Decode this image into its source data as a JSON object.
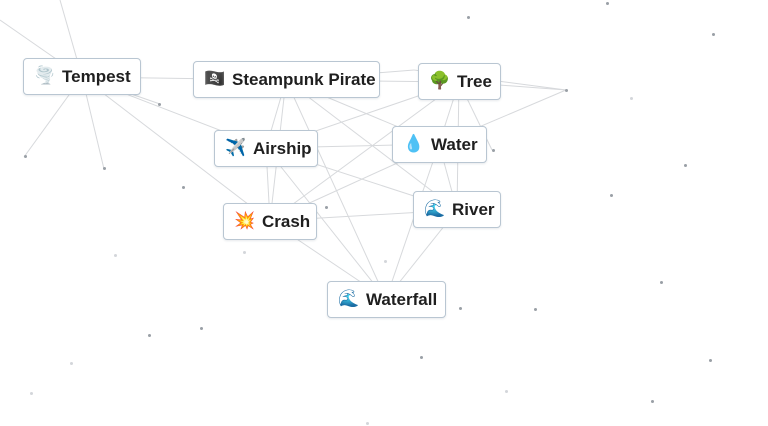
{
  "canvas": {
    "background": "#ffffff",
    "connection_color": "#d7d9dc"
  },
  "elements": {
    "tempest": {
      "label": "Tempest",
      "emoji": "🌪️",
      "icon": "tornado-icon"
    },
    "steampunk_pirate": {
      "label": "Steampunk Pirate",
      "emoji": "🏴‍☠️",
      "icon": "pirate-flag-icon"
    },
    "tree": {
      "label": "Tree",
      "emoji": "🌳",
      "icon": "tree-icon"
    },
    "airship": {
      "label": "Airship",
      "emoji": "✈️",
      "icon": "airship-icon"
    },
    "water": {
      "label": "Water",
      "emoji": "💧",
      "icon": "droplet-icon"
    },
    "crash": {
      "label": "Crash",
      "emoji": "💥",
      "icon": "collision-icon"
    },
    "river": {
      "label": "River",
      "emoji": "🌊",
      "icon": "wave-icon"
    },
    "waterfall": {
      "label": "Waterfall",
      "emoji": "🌊",
      "icon": "wave-icon"
    }
  }
}
